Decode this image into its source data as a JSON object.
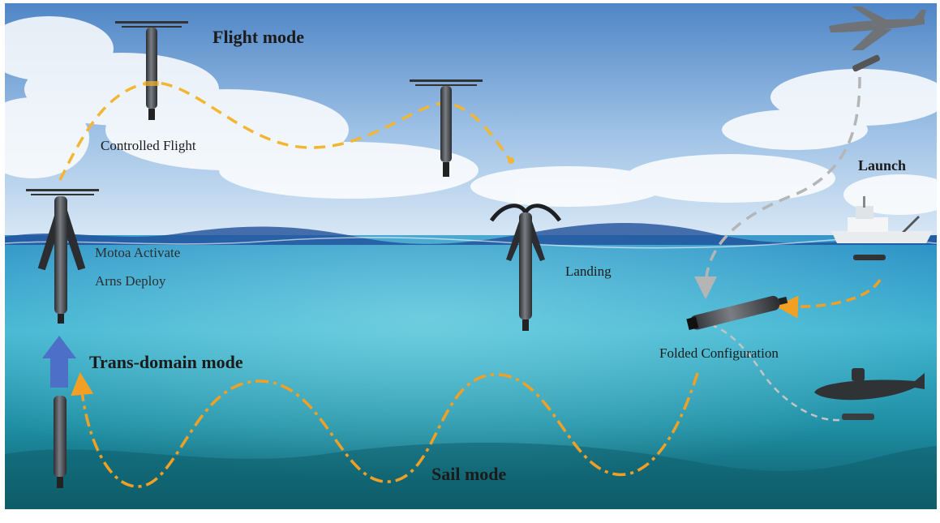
{
  "labels": {
    "flight_mode": "Flight mode",
    "controlled_flight": "Controlled Flight",
    "launch": "Launch",
    "motor_activate": "Motoa Activate",
    "arms_deploy": "Arns Deploy",
    "landing": "Landing",
    "trans_domain_mode": "Trans-domain mode",
    "folded_configuration": "Folded Configuration",
    "sail_mode": "Sail mode"
  },
  "colors": {
    "sky_top": "#4a7fc0",
    "sky_bottom": "#cfe2f4",
    "sea_top": "#2a8fc4",
    "sea_bottom": "#0f5a6a",
    "path_orange": "#f2a024",
    "path_gray": "#a9a9a9",
    "arrow_blue": "#4d6fc8",
    "vehicle": "#3a3d40"
  }
}
